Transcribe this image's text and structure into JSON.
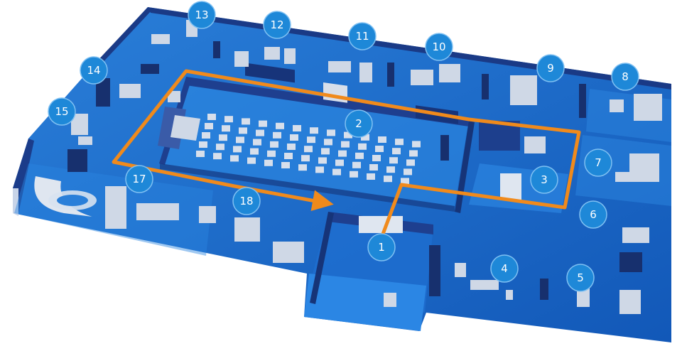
{
  "colors": {
    "floor": "#1565c8",
    "floor_light": "#2f86e0",
    "wall_top": "#1e3f8f",
    "wall_face": "#163478",
    "outer_wall": "#1a3a86",
    "badge": "#1e88d8",
    "badge_text": "#ffffff",
    "route": "#f08a1c",
    "furniture": "#cfd8e6"
  },
  "markers": [
    {
      "label": "1"
    },
    {
      "label": "2"
    },
    {
      "label": "3"
    },
    {
      "label": "4"
    },
    {
      "label": "5"
    },
    {
      "label": "6"
    },
    {
      "label": "7"
    },
    {
      "label": "8"
    },
    {
      "label": "9"
    },
    {
      "label": "10"
    },
    {
      "label": "11"
    },
    {
      "label": "12"
    },
    {
      "label": "13"
    },
    {
      "label": "14"
    },
    {
      "label": "15"
    },
    {
      "label": "17"
    },
    {
      "label": "18"
    }
  ]
}
